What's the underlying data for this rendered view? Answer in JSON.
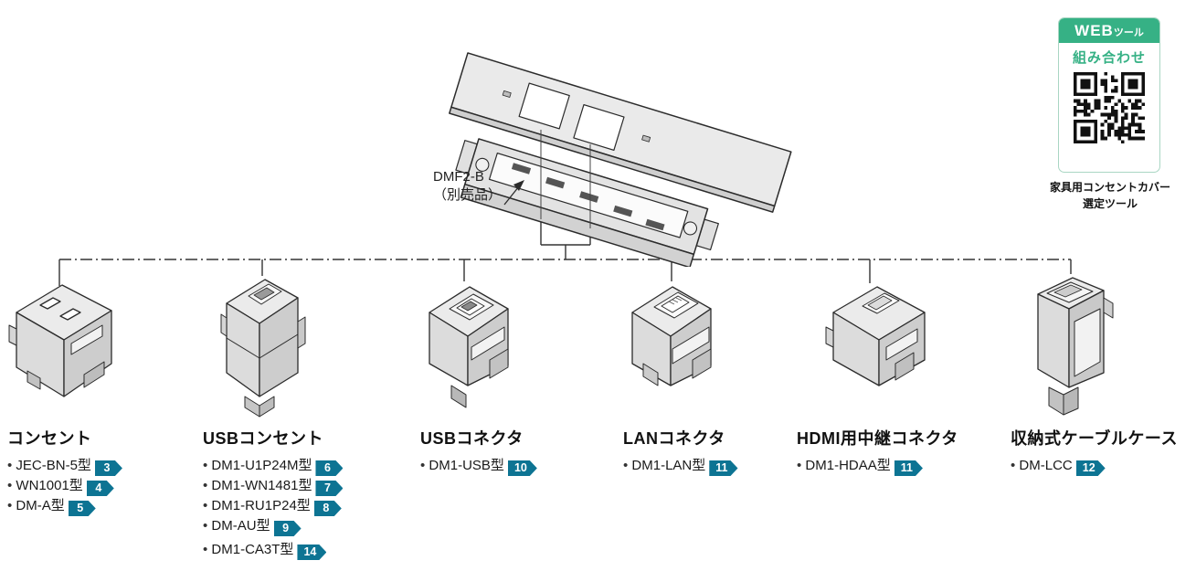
{
  "colors": {
    "badge": "#0d7493",
    "green": "#36b185",
    "line": "#333333"
  },
  "frame_callout": {
    "model": "DMF2-B",
    "note": "（別売品）"
  },
  "web_tool": {
    "header_web": "WEB",
    "header_tool": "ツール",
    "subtitle": "組み合わせ",
    "caption_line1": "家具用コンセントカバー",
    "caption_line2": "選定ツール"
  },
  "products": [
    {
      "name": "コンセント",
      "items": [
        {
          "model": "JEC-BN-5型",
          "page": "3"
        },
        {
          "model": "WN1001型",
          "page": "4"
        },
        {
          "model": "DM-A型",
          "page": "5"
        }
      ]
    },
    {
      "name": "USBコンセント",
      "items": [
        {
          "model": "DM1-U1P24M型",
          "page": "6"
        },
        {
          "model": "DM1-WN1481型",
          "page": "7"
        },
        {
          "model": "DM1-RU1P24型",
          "page": "8"
        },
        {
          "model": "DM-AU型",
          "page": "9"
        },
        {
          "model": "DM1-CA3T型",
          "page": "14"
        }
      ]
    },
    {
      "name": "USBコネクタ",
      "items": [
        {
          "model": "DM1-USB型",
          "page": "10"
        }
      ]
    },
    {
      "name": "LANコネクタ",
      "items": [
        {
          "model": "DM1-LAN型",
          "page": "11"
        }
      ]
    },
    {
      "name": "HDMI用中継コネクタ",
      "items": [
        {
          "model": "DM1-HDAA型",
          "page": "11"
        }
      ]
    },
    {
      "name": "収納式ケーブルケース",
      "items": [
        {
          "model": "DM-LCC",
          "page": "12"
        }
      ]
    }
  ]
}
